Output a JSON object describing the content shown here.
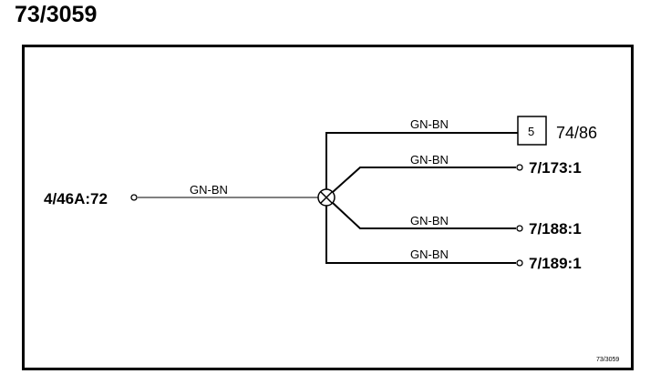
{
  "page_title": "73/3059",
  "source_connector": "4/46A:72",
  "wires": {
    "trunk": "GN-BN",
    "branch_1": "GN-BN",
    "branch_2": "GN-BN",
    "branch_3": "GN-BN",
    "branch_4": "GN-BN"
  },
  "destinations": {
    "d1_box": "5",
    "d1_label": "74/86",
    "d2": "7/173:1",
    "d3": "7/188:1",
    "d4": "7/189:1"
  },
  "reference": "73/3059"
}
